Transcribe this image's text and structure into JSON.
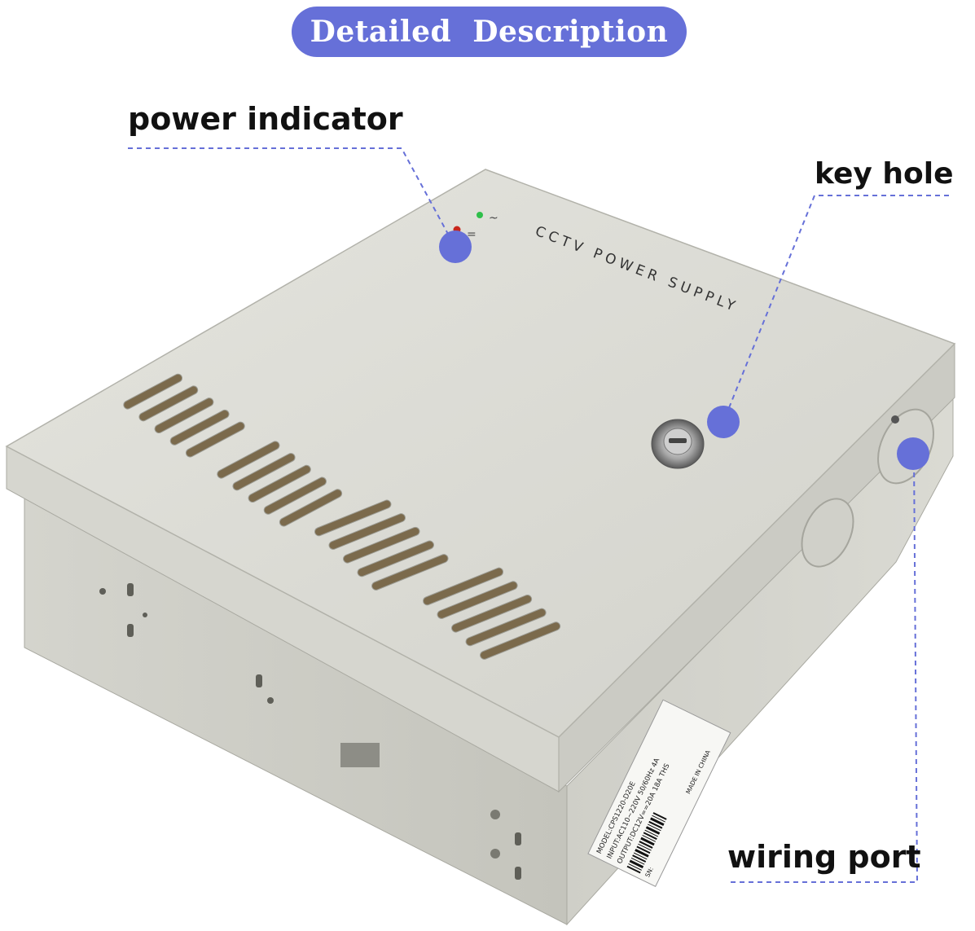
{
  "header": {
    "title": "Detailed  Description"
  },
  "callouts": {
    "power_indicator": "power indicator",
    "key_hole": "key hole",
    "wiring_port": "wiring port"
  },
  "product": {
    "lid_text": "CCTV POWER SUPPLY",
    "label_lines": [
      "MODEL:CPS1220-D20E",
      "INPUT:AC110~220V 50/60Hz 4A",
      "OUTPUT:DC12V==20A 18A THS",
      "SN:",
      "MADE IN CHINA"
    ],
    "indicator_symbols": [
      "~",
      "="
    ]
  },
  "colors": {
    "accent": "#6670d8",
    "header_bg": "#6670d8",
    "box_top": "#dcdcd6",
    "box_side": "#cfcfc8",
    "box_front": "#c6c6bf"
  }
}
